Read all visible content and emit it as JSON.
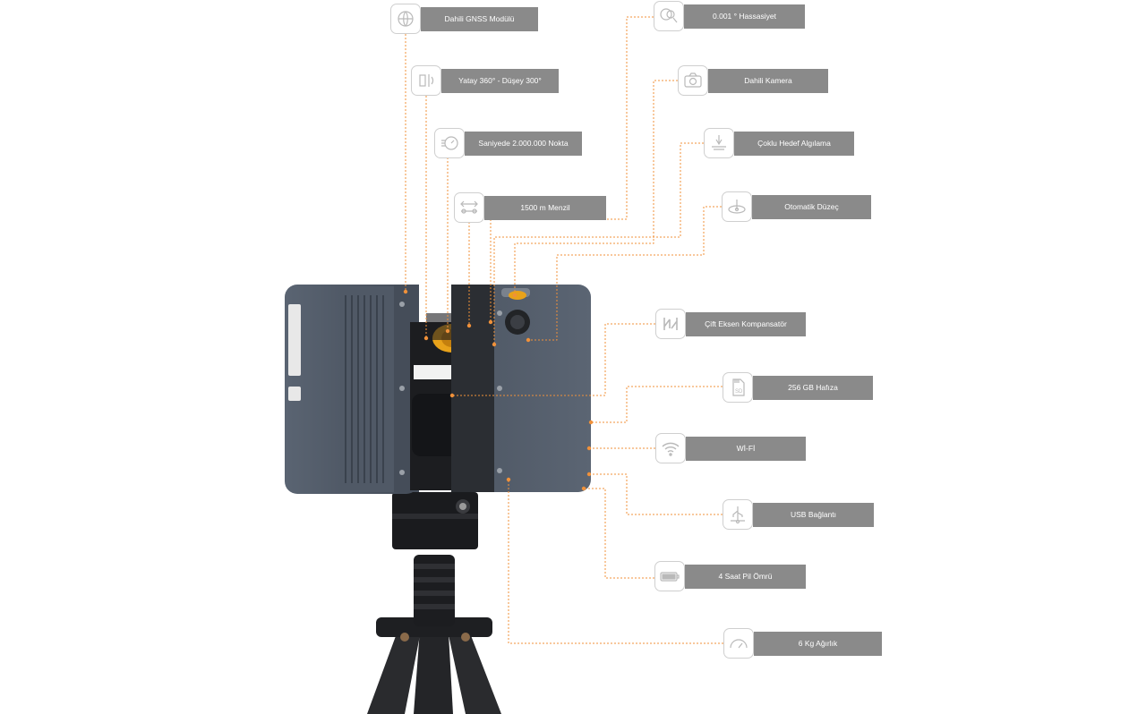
{
  "features": [
    {
      "key": "gnss",
      "label": "Dahili GNSS Modülü",
      "icon": "gnss-globe-icon"
    },
    {
      "key": "rotation",
      "label": "Yatay 360° - Düşey 300°",
      "icon": "rotation-scanner-icon"
    },
    {
      "key": "speed",
      "label": "Saniyede 2.000.000 Nokta",
      "icon": "speedometer-icon"
    },
    {
      "key": "range",
      "label": "1500 m Menzil",
      "icon": "range-arrow-icon"
    },
    {
      "key": "precision",
      "label": "0.001 ° Hassasiyet",
      "icon": "magnifier-precision-icon"
    },
    {
      "key": "camera",
      "label": "Dahili Kamera",
      "icon": "camera-icon"
    },
    {
      "key": "multitarget",
      "label": "Çoklu Hedef Algılama",
      "icon": "multi-target-icon"
    },
    {
      "key": "autolevel",
      "label": "Otomatik Düzeç",
      "icon": "bubble-level-icon"
    },
    {
      "key": "compensator",
      "label": "Çift Eksen Kompansatör",
      "icon": "dual-axis-compensator-icon"
    },
    {
      "key": "storage",
      "label": "256 GB Hafıza",
      "icon": "sd-card-icon"
    },
    {
      "key": "wifi",
      "label": "Wİ-Fİ",
      "icon": "wifi-icon"
    },
    {
      "key": "usb",
      "label": "USB Bağlantı",
      "icon": "usb-icon"
    },
    {
      "key": "battery",
      "label": "4 Saat Pil Ömrü",
      "icon": "battery-icon"
    },
    {
      "key": "weight",
      "label": "6 Kg Ağırlık",
      "icon": "weight-gauge-icon"
    }
  ],
  "colors": {
    "accent": "#f0913a",
    "label_bg": "#8a8a8a",
    "label_text": "#ffffff",
    "device_body": "#4a5360",
    "device_dark": "#1c1d20"
  }
}
